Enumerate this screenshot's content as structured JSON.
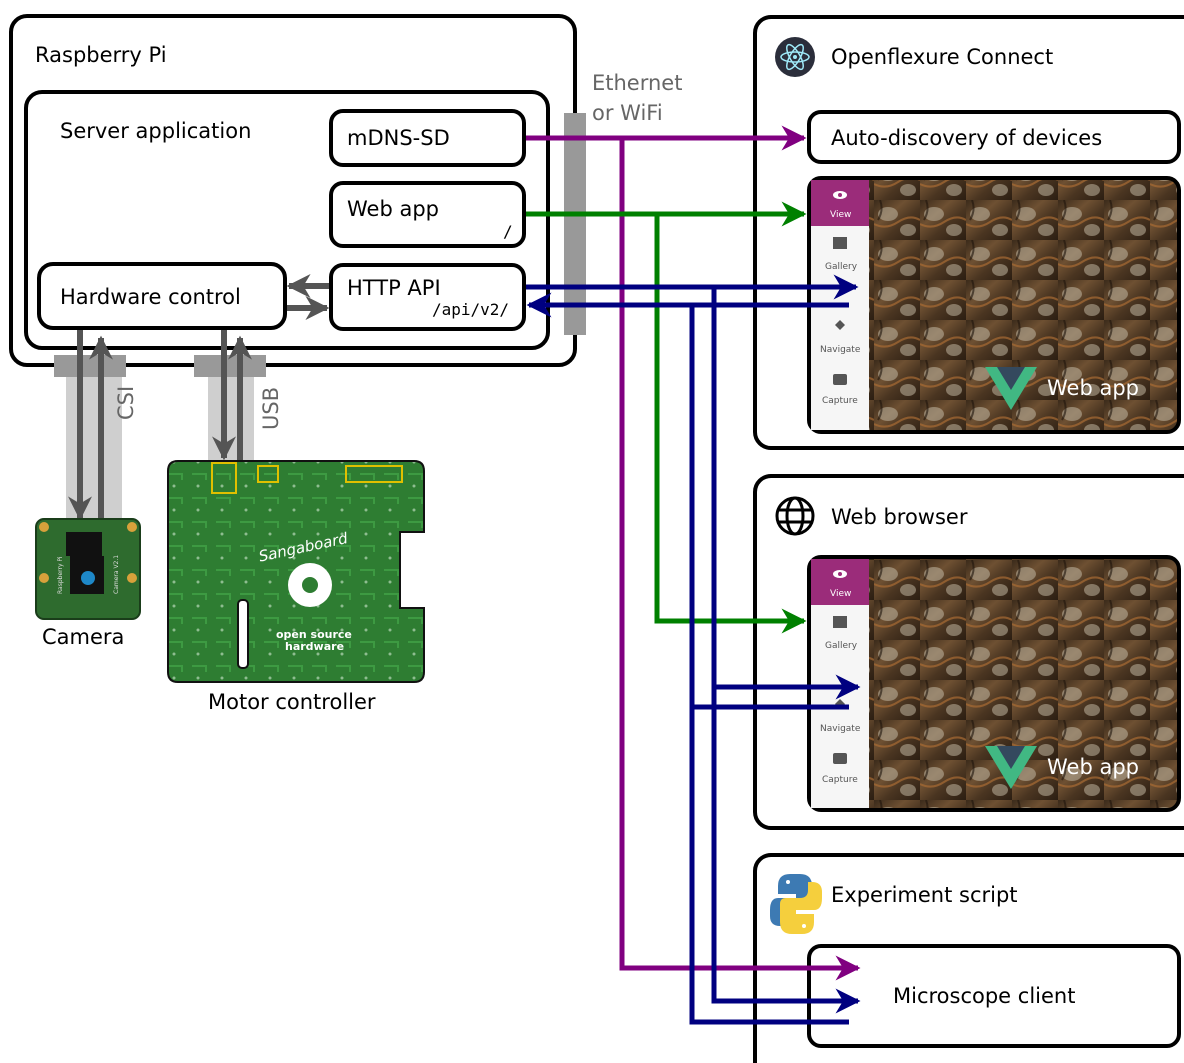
{
  "colors": {
    "mdns": "#800080",
    "webapp": "#008000",
    "api": "#000080",
    "internal": "#555555",
    "sidebar_active": "#9b2c7a",
    "vue_green": "#41b883",
    "vue_dark": "#34495e"
  },
  "pi": {
    "title": "Raspberry Pi",
    "server_title": "Server application",
    "mdns_label": "mDNS-SD",
    "webapp_label": "Web app",
    "webapp_path": "/",
    "api_label": "HTTP API",
    "api_path": "/api/v2/",
    "hardware_label": "Hardware control"
  },
  "network_label": [
    "Ethernet",
    "or WiFi"
  ],
  "csi_label": "CSI",
  "usb_label": "USB",
  "camera": {
    "caption": "Camera",
    "board_text_1": "Raspberry Pi",
    "board_text_2": "Camera V2.1"
  },
  "motor": {
    "caption": "Motor controller",
    "logo_text": "Sangaboard",
    "osh_line_1": "open source",
    "osh_line_2": "hardware"
  },
  "connect": {
    "title": "Openflexure Connect",
    "icon": "electron-atom-icon",
    "discovery_label": "Auto-discovery of devices"
  },
  "browser": {
    "title": "Web browser",
    "icon": "globe-icon"
  },
  "script": {
    "title": "Experiment script",
    "icon": "python-icon",
    "client_label": "Microscope client"
  },
  "webapp_ui": {
    "sidebar": [
      "View",
      "Gallery",
      "Navigate",
      "Capture"
    ],
    "overlay_label": "Web app"
  }
}
